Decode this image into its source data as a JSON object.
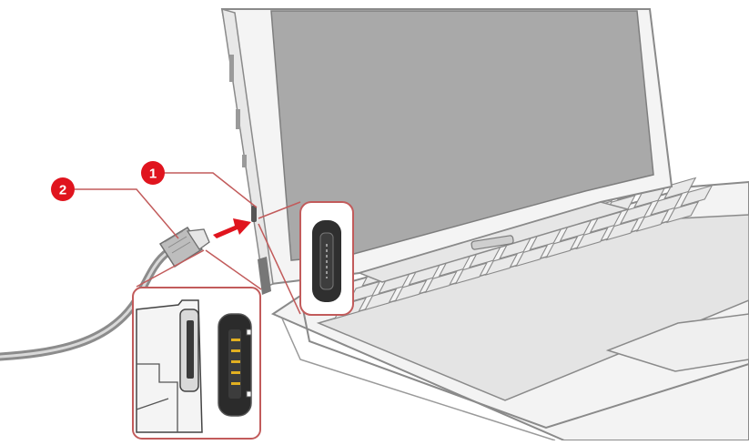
{
  "figure": {
    "callouts": [
      {
        "id": "1",
        "label": "1",
        "color": "#e0141e"
      },
      {
        "id": "2",
        "label": "2",
        "color": "#e0141e"
      }
    ],
    "colors": {
      "outline": "#8a8a8a",
      "screen": "#a9a9a9",
      "body": "#f1f1f1",
      "keys": "#e9e9e9",
      "leader": "#c25b5b",
      "arrow": "#e0141e",
      "cable": "#8c8c8c",
      "port": "#333333",
      "pins": "#e2b021"
    },
    "icons": {
      "laptop": "laptop-illustration",
      "cable": "micro-usb-cable",
      "port_detail": "micro-usb-port-zoom",
      "plug_detail": "micro-usb-plug-zoom",
      "arrow": "insert-arrow"
    }
  }
}
